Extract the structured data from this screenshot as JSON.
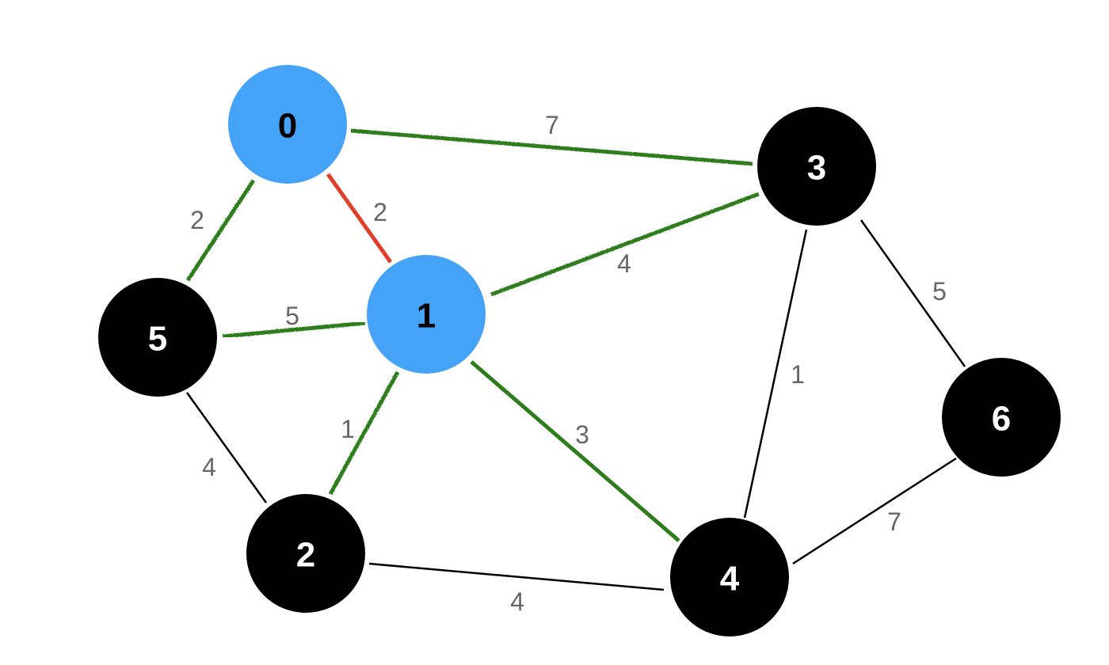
{
  "graph": {
    "colors": {
      "visited_node": "#45a3f7",
      "unvisited_node": "#000000",
      "visited_label": "#000000",
      "unvisited_label": "#ffffff",
      "candidate_edge": "#2e7d1e",
      "selected_edge": "#e0402c",
      "plain_edge": "#000000",
      "weight_text": "#666666"
    },
    "nodes": [
      {
        "id": "0",
        "label": "0",
        "state": "visited"
      },
      {
        "id": "1",
        "label": "1",
        "state": "visited"
      },
      {
        "id": "2",
        "label": "2",
        "state": "unvisited"
      },
      {
        "id": "3",
        "label": "3",
        "state": "unvisited"
      },
      {
        "id": "4",
        "label": "4",
        "state": "unvisited"
      },
      {
        "id": "5",
        "label": "5",
        "state": "unvisited"
      },
      {
        "id": "6",
        "label": "6",
        "state": "unvisited"
      }
    ],
    "edges": [
      {
        "from": "0",
        "to": "3",
        "weight": "7",
        "state": "candidate"
      },
      {
        "from": "0",
        "to": "1",
        "weight": "2",
        "state": "selected"
      },
      {
        "from": "0",
        "to": "5",
        "weight": "2",
        "state": "candidate"
      },
      {
        "from": "1",
        "to": "3",
        "weight": "4",
        "state": "candidate"
      },
      {
        "from": "1",
        "to": "5",
        "weight": "5",
        "state": "candidate"
      },
      {
        "from": "1",
        "to": "2",
        "weight": "1",
        "state": "candidate"
      },
      {
        "from": "1",
        "to": "4",
        "weight": "3",
        "state": "candidate"
      },
      {
        "from": "3",
        "to": "4",
        "weight": "1",
        "state": "plain"
      },
      {
        "from": "3",
        "to": "6",
        "weight": "5",
        "state": "plain"
      },
      {
        "from": "5",
        "to": "2",
        "weight": "4",
        "state": "plain"
      },
      {
        "from": "2",
        "to": "4",
        "weight": "4",
        "state": "plain"
      },
      {
        "from": "4",
        "to": "6",
        "weight": "7",
        "state": "plain"
      }
    ]
  }
}
